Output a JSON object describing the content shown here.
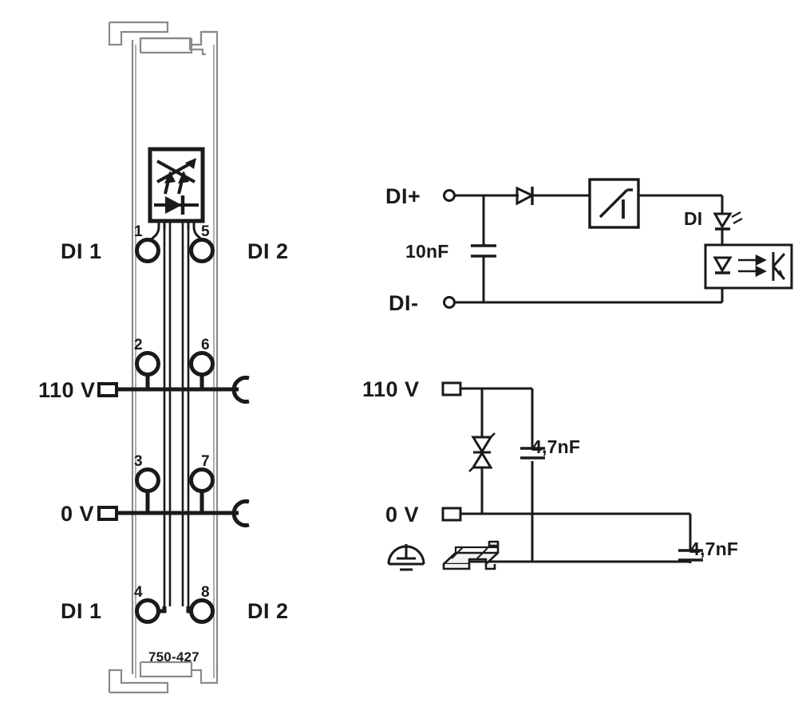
{
  "diagram": {
    "title": "750-427",
    "kind": "wago-io-module-schematic",
    "colors": {
      "line_dark": "#1a1a1a",
      "line_light": "#8a8a8a",
      "background": "#ffffff"
    }
  },
  "module": {
    "part_number": "750-427",
    "channel_labels": {
      "left_top": "DI 1",
      "right_top": "DI 2",
      "left_bottom": "DI 1",
      "right_bottom": "DI 2"
    },
    "supply_labels": {
      "high": "110 V",
      "low": "0 V"
    },
    "terminals": [
      {
        "number": "1",
        "side": "left",
        "row": "top"
      },
      {
        "number": "5",
        "side": "right",
        "row": "top"
      },
      {
        "number": "2",
        "side": "left",
        "row": "upper-mid"
      },
      {
        "number": "6",
        "side": "right",
        "row": "upper-mid"
      },
      {
        "number": "3",
        "side": "left",
        "row": "lower-mid"
      },
      {
        "number": "7",
        "side": "right",
        "row": "lower-mid"
      },
      {
        "number": "4",
        "side": "left",
        "row": "bottom"
      },
      {
        "number": "8",
        "side": "right",
        "row": "bottom"
      }
    ],
    "indicator_block": {
      "name": "status-led-block",
      "symbols": [
        "led-arrows",
        "diode"
      ]
    }
  },
  "input_circuit": {
    "name": "digital-input-channel-schematic",
    "terminals": [
      {
        "label": "DI+",
        "type": "terminal-open-circle"
      },
      {
        "label": "DI-",
        "type": "terminal-open-circle"
      }
    ],
    "components": [
      {
        "name": "input-filter-capacitor",
        "label": "10nF",
        "type": "capacitor"
      },
      {
        "name": "series-diode",
        "label": "",
        "type": "diode"
      },
      {
        "name": "schmitt-trigger",
        "label": "",
        "type": "schmitt-trigger-block"
      },
      {
        "name": "status-led",
        "label": "DI",
        "type": "led"
      },
      {
        "name": "optocoupler",
        "label": "",
        "type": "optocoupler-block"
      }
    ]
  },
  "supply_circuit": {
    "name": "field-supply-schematic",
    "rails": [
      {
        "label": "110 V",
        "type": "terminal-square"
      },
      {
        "label": "0 V",
        "type": "terminal-square"
      }
    ],
    "components": [
      {
        "name": "tvs-suppressor-diode",
        "label": "",
        "type": "bidirectional-zener"
      },
      {
        "name": "y-capacitor-upper",
        "label": "4,7nF",
        "type": "capacitor"
      },
      {
        "name": "y-capacitor-lower",
        "label": "4,7nF",
        "type": "capacitor"
      }
    ],
    "ground": {
      "name": "protective-earth",
      "symbol": "earth-circle",
      "rail": "din-rail"
    }
  }
}
